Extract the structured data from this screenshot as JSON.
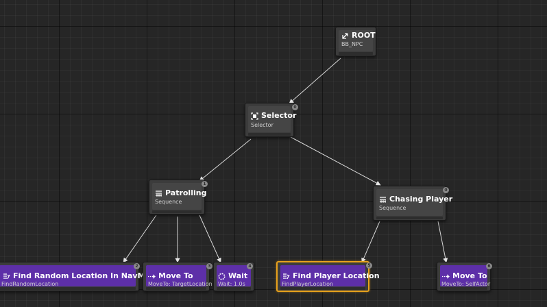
{
  "nodes": {
    "root": {
      "title": "ROOT",
      "subtitle": "BB_NPC",
      "icon": "root-icon"
    },
    "selector": {
      "title": "Selector",
      "subtitle": "Selector",
      "icon": "selector-icon",
      "index": "0"
    },
    "patrolling": {
      "title": "Patrolling",
      "subtitle": "Sequence",
      "icon": "sequence-icon",
      "index": "1"
    },
    "chasing": {
      "title": "Chasing Player",
      "subtitle": "Sequence",
      "icon": "sequence-icon",
      "index": "0"
    },
    "find_random": {
      "title": "Find Random Location In NavMesh",
      "subtitle": "FindRandomLocation",
      "icon": "task-icon",
      "index": "2"
    },
    "move_to_1": {
      "title": "Move To",
      "subtitle": "MoveTo: TargetLocation",
      "icon": "move-to-icon",
      "index": "3"
    },
    "wait": {
      "title": "Wait",
      "subtitle": "Wait: 1.0s",
      "icon": "wait-icon",
      "index": "4"
    },
    "find_player": {
      "title": "Find Player Location",
      "subtitle": "FindPlayerLocation",
      "icon": "task-icon",
      "index": "5"
    },
    "move_to_2": {
      "title": "Move To",
      "subtitle": "MoveTo: SelfActor",
      "icon": "move-to-icon",
      "index": "6"
    }
  },
  "colors": {
    "canvas": "#262626",
    "composite_node": "#454545",
    "task_node": "#5d2fa8",
    "selected_outline": "#e8a21b",
    "wire": "#dcdcdc"
  }
}
